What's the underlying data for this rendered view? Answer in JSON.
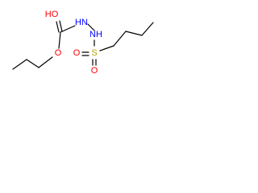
{
  "molecule": {
    "atoms": [
      {
        "symbol": "HO",
        "element": "oxygen-hydroxyl",
        "color": "#ff0000"
      },
      {
        "symbol": "HN",
        "element": "nitrogen-amine",
        "color": "#0000ff"
      },
      {
        "symbol": "NH",
        "element": "nitrogen-amine",
        "color": "#0000ff"
      },
      {
        "symbol": "O",
        "element": "oxygen-ether",
        "color": "#ff0000"
      },
      {
        "symbol": "O",
        "element": "oxygen-sulfonyl",
        "color": "#ff0000"
      },
      {
        "symbol": "S",
        "element": "sulfur",
        "color": "#b8a300"
      },
      {
        "symbol": "O",
        "element": "oxygen-sulfonyl",
        "color": "#ff0000"
      }
    ],
    "bond_color": "#000000"
  }
}
